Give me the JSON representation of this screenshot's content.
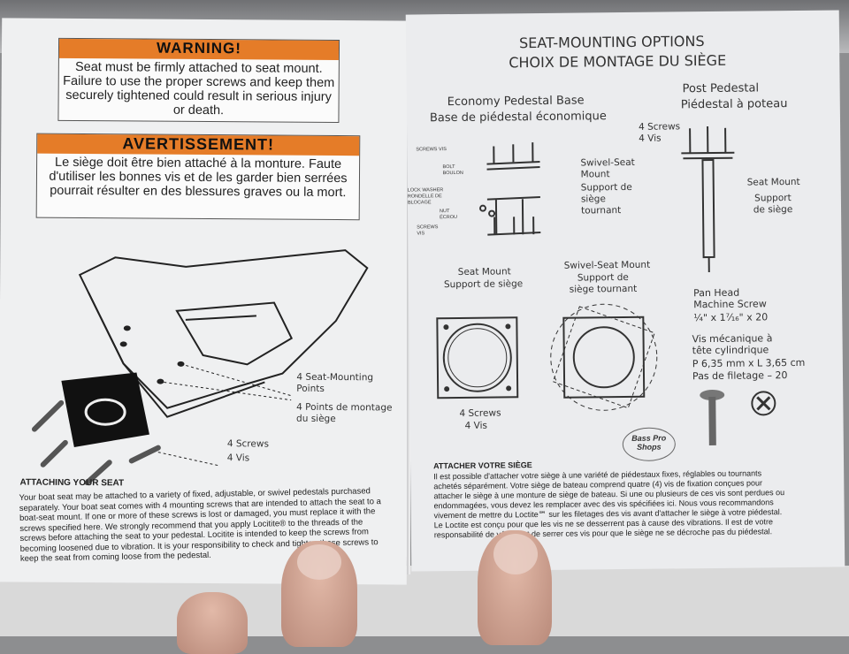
{
  "left_page": {
    "warning": {
      "heading": "WARNING!",
      "body": "Seat must be firmly attached to seat mount. Failure to use the proper screws and keep them securely tightened could result in serious injury or death."
    },
    "avertissement": {
      "heading": "AVERTISSEMENT!",
      "body": "Le siège doit être bien attaché à la monture. Faute d'utiliser les bonnes vis et de les garder bien serrées pourrait résulter en des blessures graves ou la mort."
    },
    "labels": {
      "mount_points_en": "4 Seat-Mounting Points",
      "mount_points_fr": "4 Points de montage du siège",
      "screws_en": "4 Screws",
      "screws_fr": "4 Vis"
    },
    "section_heading": "ATTACHING YOUR SEAT",
    "section_body": "Your boat seat may be attached to a variety of fixed, adjustable, or swivel pedestals purchased separately. Your boat seat comes with 4 mounting screws that are intended to attach the seat to a boat-seat mount. If one or more of these screws is lost or damaged, you must replace it with the screws specified here. We strongly recommend that you apply Locitite® to the threads of the screws before attaching the seat to your pedestal. Locitite is intended to keep the screws from becoming loosened due to vibration. It is your responsibility to check and tighten these screws to keep the seat from coming loose from the pedestal."
  },
  "right_page": {
    "title_en": "SEAT-MOUNTING OPTIONS",
    "title_fr": "CHOIX DE MONTAGE DU SIÈGE",
    "economy": {
      "title_en": "Economy Pedestal Base",
      "title_fr": "Base de piédestal économique",
      "parts": [
        "SCREWS VIS",
        "BOLT BOULON",
        "LOCK WASHER RONDELLE DE BLOCAGE",
        "NUT ÉCROU",
        "SCREWS VIS"
      ],
      "swivel_label": "Swivel-Seat Mount",
      "swivel_label_fr": "Support de siège tournant"
    },
    "post": {
      "title_en": "Post Pedestal",
      "title_fr": "Piédestal à poteau",
      "screws": "4 Screws\n4 Vis",
      "seat_mount": "Seat Mount",
      "seat_mount_fr": "Support de siège"
    },
    "seat_mount": {
      "en": "Seat Mount",
      "fr": "Support de siège"
    },
    "swivel_mount": {
      "en": "Swivel-Seat Mount",
      "fr": "Support de siège tournant"
    },
    "screws_label": "4 Screws",
    "screws_label_fr": "4 Vis",
    "screw_spec": {
      "name": "Pan Head Machine Screw",
      "size": "¼\" x 1⁷⁄₁₆\" x 20",
      "name_fr": "Vis mécanique à tête cylindrique",
      "size_fr": "P 6,35 mm x L 3,65 cm",
      "thread_fr": "Pas de filetage – 20"
    },
    "logo": "Bass Pro Shops",
    "section_heading": "ATTACHER VOTRE SIÈGE",
    "section_body": "Il est possible d'attacher votre siège à une variété de piédestaux fixes, réglables ou tournants achetés séparément. Votre siège de bateau comprend quatre (4) vis de fixation conçues pour attacher le siège à une monture de siège de bateau. Si une ou plusieurs de ces vis sont perdues ou endommagées, vous devez les remplacer avec des vis spécifiées ici. Nous vous recommandons vivement de mettre du Loctite℠ sur les filetages des vis avant d'attacher le siège à votre piédestal. Le Loctite est conçu pour que les vis ne se desserrent pas à cause des vibrations. Il est de votre responsabilité de vérifier et de serrer ces vis pour que le siège ne se décroche pas du piédestal."
  },
  "colors": {
    "warning_orange": "#e57c28",
    "paper": "#eeeff0"
  }
}
